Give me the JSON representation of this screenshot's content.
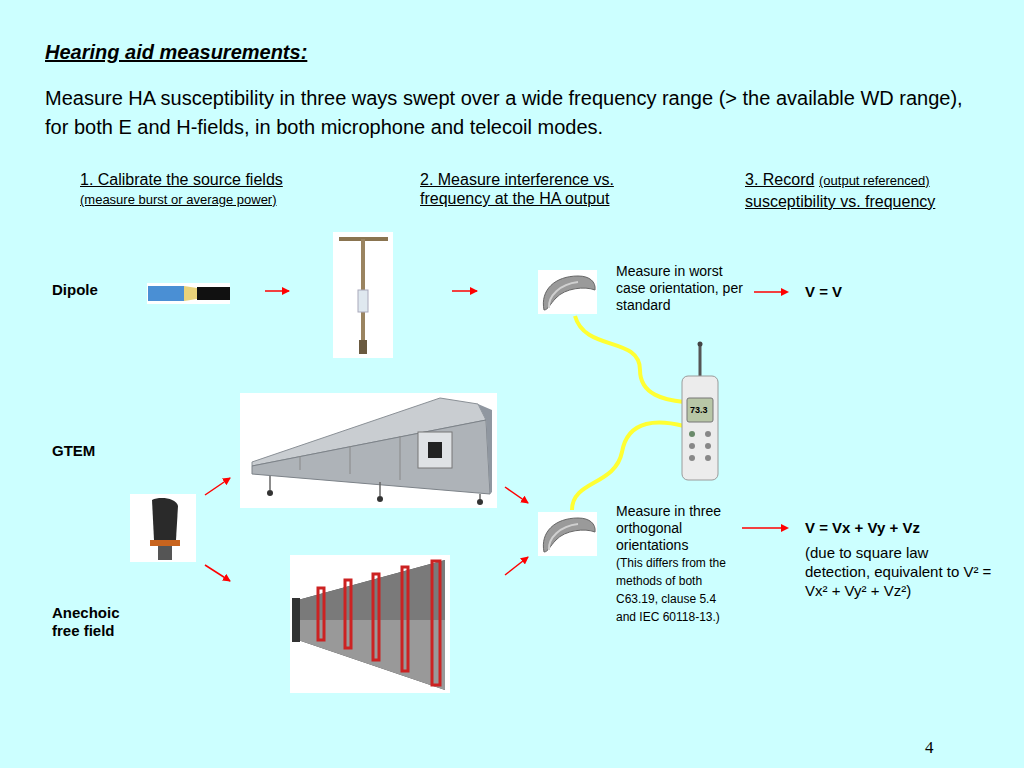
{
  "diagram": {
    "title": "Hearing aid measurements:",
    "nodes": [
      {
        "text": [
          "Measure in worst case orientation, per standard"
        ]
      },
      {
        "text": [
          "V = V"
        ]
      },
      {
        "text": [
          "Measure in three orthogonal orientations",
          "(This differs from the methods of both C63.19, clause 5.4 and IEC 60118-13.)"
        ]
      },
      {
        "text": [
          "V = Vx + Vy + Vz",
          "(due to square law detection, equivalent to V² = Vx² + Vy² + Vz²)"
        ]
      }
    ],
    "edges": [
      {
        "from": 0,
        "to": 1,
        "arrow": "to"
      },
      {
        "from": 2,
        "to": 3,
        "arrow": "to"
      }
    ],
    "labels": [
      "Measure HA susceptibility in three ways swept over a wide frequency range (> the available WD range), for both E and H-fields, in both microphone and telecoil modes.",
      "1. Calibrate the source fields",
      "(measure burst or average power)",
      "2. Measure interference vs. frequency at the HA output",
      "3. Record",
      "(output referenced)",
      "susceptibility vs. frequency",
      "Dipole",
      "GTEM",
      "Anechoic free field",
      "73.3",
      "4"
    ]
  }
}
